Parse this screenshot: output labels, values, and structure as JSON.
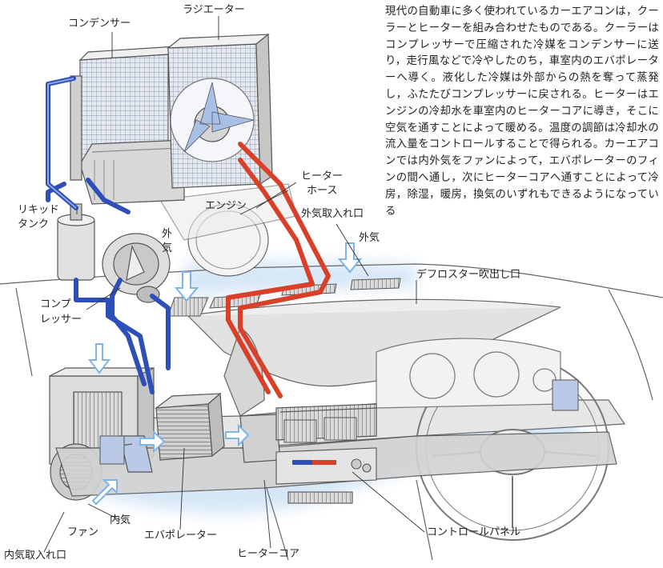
{
  "description": "現代の自動車に多く使われているカーエアコンは，クーラーとヒーターを組み合わせたものである。クーラーはコンプレッサーで圧縮された冷媒をコンデンサーに送り，走行風などで冷やしたのち，車室内のエバポレーターへ導く。液化した冷媒は外部からの熱を奪って蒸発し，ふたたびコンプレッサーに戻される。ヒーターはエンジンの冷却水を車室内のヒーターコアに導き，そこに空気を通すことによって暖める。温度の調節は冷却水の流入量をコントロールすることで得られる。カーエアコンでは内外気をファンによって，エバポレーターのフィンの間へ通し，次にヒーターコアへ通すことによって冷房，除湿，暖房，換気のいずれもできるようになっている",
  "labels": {
    "condenser": "コンデンサー",
    "radiator": "ラジエーター",
    "liquid_tank_1": "リキッド",
    "liquid_tank_2": "タンク",
    "outside_air_vertical": "外気",
    "compressor_1": "コンプ",
    "compressor_2": "レッサー",
    "heater_hose_1": "ヒーター",
    "heater_hose_2": "ホース",
    "engine": "エンジン",
    "outside_air_intake": "外気取入れ口",
    "outside_air": "外気",
    "defroster_outlet": "デフロスター吹出し口",
    "inside_air": "内気",
    "fan": "ファン",
    "evaporator": "エバポレーター",
    "heater_core": "ヒーターコア",
    "control_panel": "コントロールパネル",
    "inside_air_intake": "内気取入れ口"
  },
  "colors": {
    "refrigerant": "#2f4fb8",
    "coolant": "#d8402a",
    "airflow": "#7fb4e6",
    "airflow_glow": "#cfe3f6",
    "component": "#d9d9d9",
    "outline": "#555555"
  }
}
